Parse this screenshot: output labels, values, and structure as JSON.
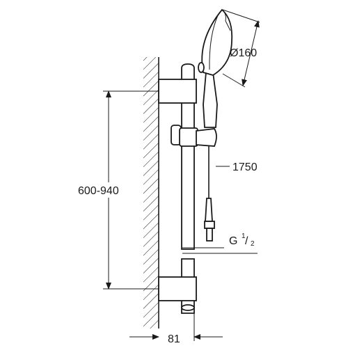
{
  "dimensions": {
    "head_diameter": "Ø160",
    "hose_length": "1750",
    "rail_adjust_range": "600-940",
    "wall_distance": "81",
    "thread_prefix": "G",
    "thread_num": "1",
    "thread_den": "2"
  },
  "colors": {
    "line": "#1a1a1a",
    "background": "#ffffff"
  }
}
